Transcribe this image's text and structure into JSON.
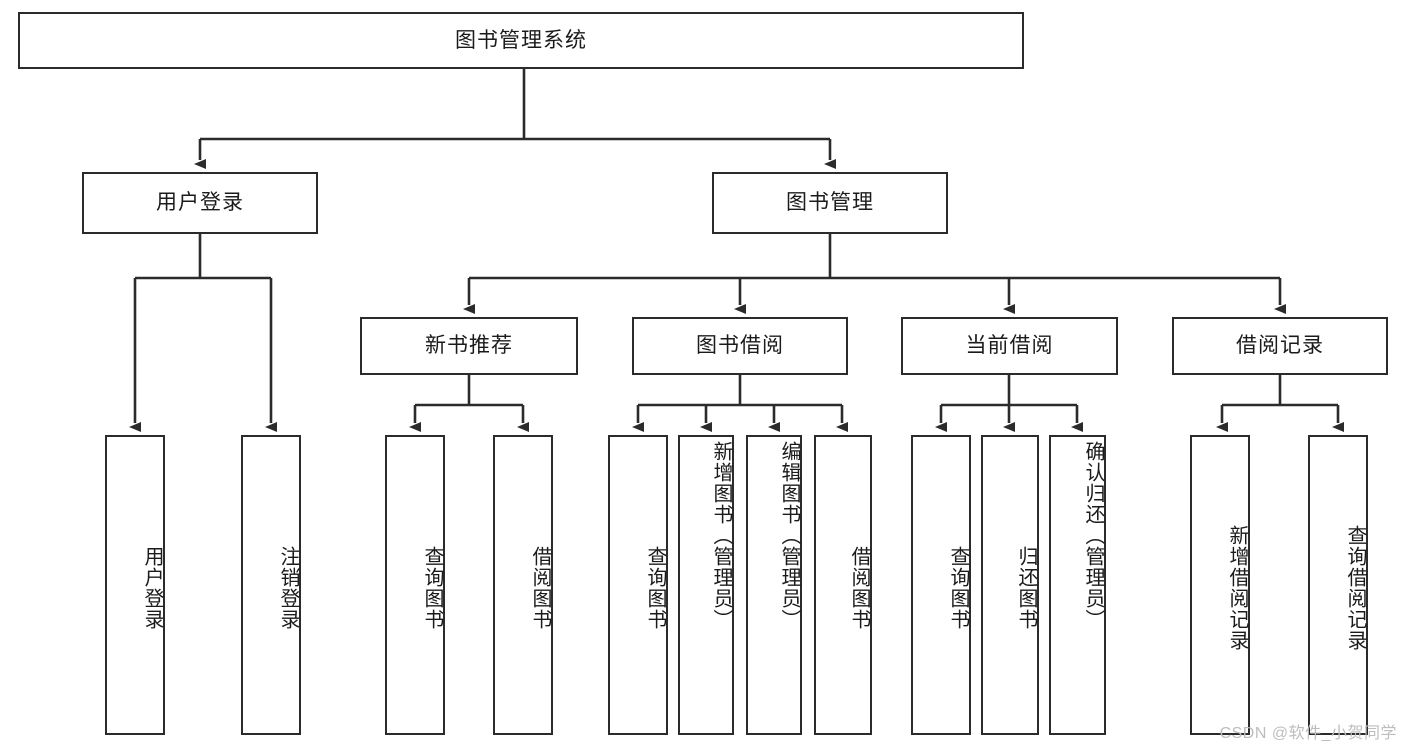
{
  "diagram": {
    "title": "图书管理系统",
    "type": "tree-hierarchy",
    "watermark": "CSDN @软件_小贺同学",
    "colors": {
      "stroke": "#2b2b2b",
      "fill": "#ffffff",
      "text": "#1b1b1b",
      "watermark": "#bdbdbd"
    },
    "root": {
      "id": "root",
      "label": "图书管理系统"
    },
    "level1": [
      {
        "id": "user-login",
        "label": "用户登录"
      },
      {
        "id": "book-manage",
        "label": "图书管理"
      }
    ],
    "level2": [
      {
        "id": "new-book-rec",
        "label": "新书推荐",
        "parent": "book-manage"
      },
      {
        "id": "book-borrow",
        "label": "图书借阅",
        "parent": "book-manage"
      },
      {
        "id": "current-borrow",
        "label": "当前借阅",
        "parent": "book-manage"
      },
      {
        "id": "borrow-record",
        "label": "借阅记录",
        "parent": "book-manage"
      }
    ],
    "leaves": [
      {
        "id": "leaf-user-login",
        "label": "用户登录",
        "parent": "user-login"
      },
      {
        "id": "leaf-logout",
        "label": "注销登录",
        "parent": "user-login"
      },
      {
        "id": "leaf-query-book-1",
        "label": "查询图书",
        "parent": "new-book-rec"
      },
      {
        "id": "leaf-borrow-book-1",
        "label": "借阅图书",
        "parent": "new-book-rec"
      },
      {
        "id": "leaf-query-book-2",
        "label": "查询图书",
        "parent": "book-borrow"
      },
      {
        "id": "leaf-add-book",
        "label": "新增图书（管理员）",
        "parent": "book-borrow"
      },
      {
        "id": "leaf-edit-book",
        "label": "编辑图书（管理员）",
        "parent": "book-borrow"
      },
      {
        "id": "leaf-borrow-book-2",
        "label": "借阅图书",
        "parent": "book-borrow"
      },
      {
        "id": "leaf-query-book-3",
        "label": "查询图书",
        "parent": "current-borrow"
      },
      {
        "id": "leaf-return-book",
        "label": "归还图书",
        "parent": "current-borrow"
      },
      {
        "id": "leaf-confirm-return",
        "label": "确认归还（管理员）",
        "parent": "current-borrow"
      },
      {
        "id": "leaf-add-record",
        "label": "新增借阅记录",
        "parent": "borrow-record"
      },
      {
        "id": "leaf-query-record",
        "label": "查询借阅记录",
        "parent": "borrow-record"
      }
    ]
  }
}
